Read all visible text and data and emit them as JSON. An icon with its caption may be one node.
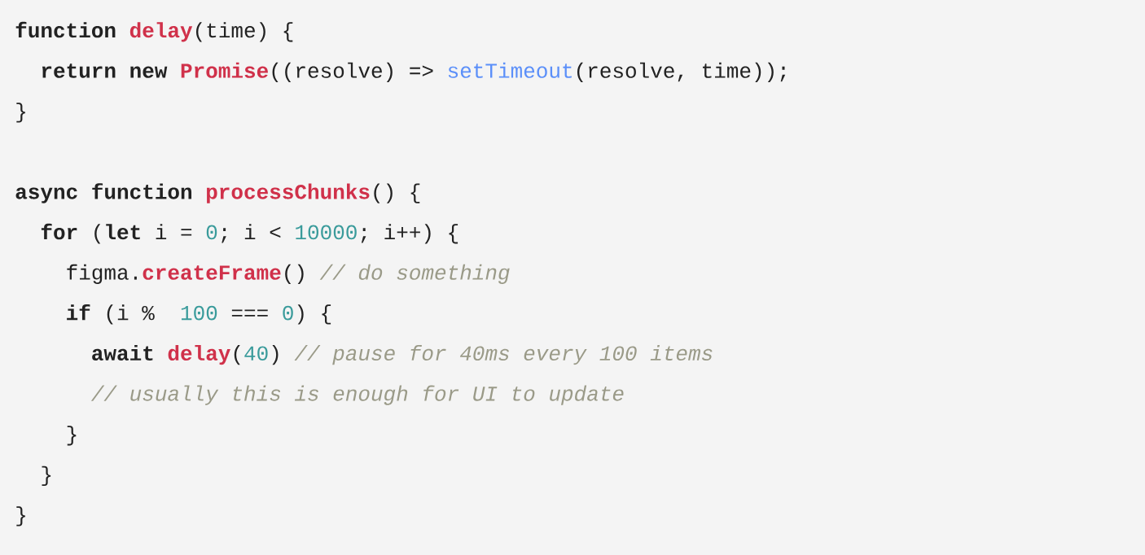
{
  "diagram": {
    "labels": [
      "function",
      "delay",
      "(time) {",
      "return new",
      "Promise",
      "((resolve) =>",
      "setTimeout",
      "(resolve, time));",
      "}",
      "async function",
      "processChunks",
      "() {",
      "for",
      "(",
      "let",
      "i =",
      "0",
      "; i <",
      "10000",
      "; i++) {",
      "figma.",
      "createFrame",
      "()",
      "// do something",
      "if",
      "(i %",
      "100",
      "===",
      "0",
      ") {",
      "await",
      "delay",
      "(",
      "40",
      ")",
      "// pause for 40ms every 100 items",
      "// usually this is enough for UI to update",
      "}",
      "}",
      "}"
    ]
  }
}
